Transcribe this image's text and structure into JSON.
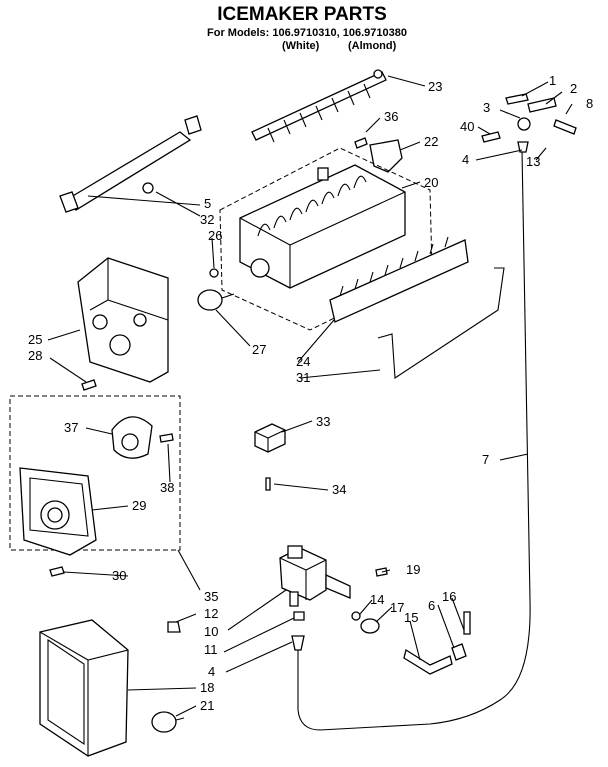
{
  "header": {
    "title": "ICEMAKER PARTS",
    "models_line": "For Models: 106.9710310, 106.9710380",
    "color_white": "(White)",
    "color_almond": "(Almond)"
  },
  "callouts": [
    "1",
    "2",
    "3",
    "8",
    "40",
    "36",
    "23",
    "22",
    "20",
    "13",
    "4",
    "5",
    "32",
    "26",
    "25",
    "28",
    "27",
    "24",
    "31",
    "37",
    "38",
    "29",
    "33",
    "34",
    "7",
    "30",
    "35",
    "19",
    "12",
    "10",
    "14",
    "17",
    "16",
    "6",
    "15",
    "11",
    "4",
    "18",
    "21"
  ]
}
